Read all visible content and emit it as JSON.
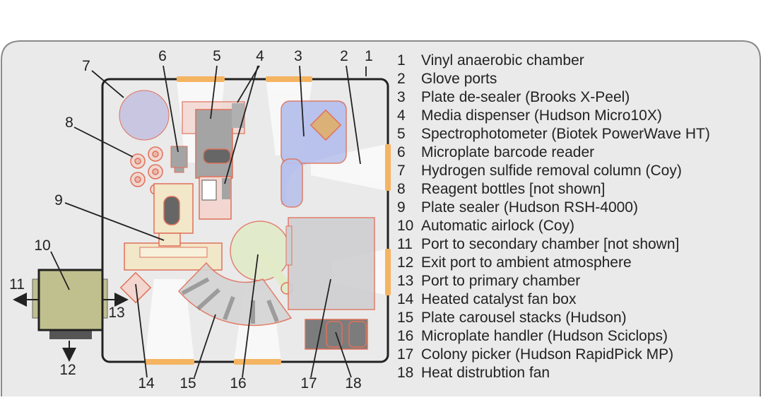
{
  "diagram": {
    "callouts": [
      "1",
      "2",
      "3",
      "4",
      "5",
      "6",
      "7",
      "8",
      "9",
      "10",
      "11",
      "12",
      "13",
      "14",
      "15",
      "16",
      "17",
      "18"
    ],
    "legend": [
      {
        "num": "1",
        "text": "Vinyl anaerobic chamber"
      },
      {
        "num": "2",
        "text": "Glove ports"
      },
      {
        "num": "3",
        "text": "Plate de-sealer (Brooks X-Peel)"
      },
      {
        "num": "4",
        "text": "Media dispenser (Hudson Micro10X)"
      },
      {
        "num": "5",
        "text": "Spectrophotometer (Biotek PowerWave HT)"
      },
      {
        "num": "6",
        "text": "Microplate barcode reader"
      },
      {
        "num": "7",
        "text": "Hydrogen sulfide removal column (Coy)"
      },
      {
        "num": "8",
        "text": "Reagent bottles [not shown]"
      },
      {
        "num": "9",
        "text": "Plate sealer (Hudson RSH-4000)"
      },
      {
        "num": "10",
        "text": "Automatic airlock (Coy)"
      },
      {
        "num": "11",
        "text": "Port to secondary chamber [not shown]"
      },
      {
        "num": "12",
        "text": "Exit port to ambient atmosphere"
      },
      {
        "num": "13",
        "text": "Port to primary chamber"
      },
      {
        "num": "14",
        "text": "Heated catalyst fan box"
      },
      {
        "num": "15",
        "text": "Plate carousel stacks (Hudson)"
      },
      {
        "num": "16",
        "text": "Microplate handler (Hudson Sciclops)"
      },
      {
        "num": "17",
        "text": "Colony picker (Hudson RapidPick MP)"
      },
      {
        "num": "18",
        "text": "Heat distrubtion fan"
      }
    ]
  },
  "colors": {
    "panel_bg": "#eaeaea",
    "panel_border": "#8a8a8a",
    "chamber_border": "#222222",
    "glove_port": "#f5b461",
    "equipment_outline": "#e0715a",
    "equipment_fill": "#f2d6cf",
    "gray_block": "#a4a4a4",
    "purple": "#c9c6e2",
    "blue": "#b9c2ec",
    "tan": "#dcb178",
    "olive": "#c0bf8e",
    "pale_green": "#e1ebc7"
  }
}
